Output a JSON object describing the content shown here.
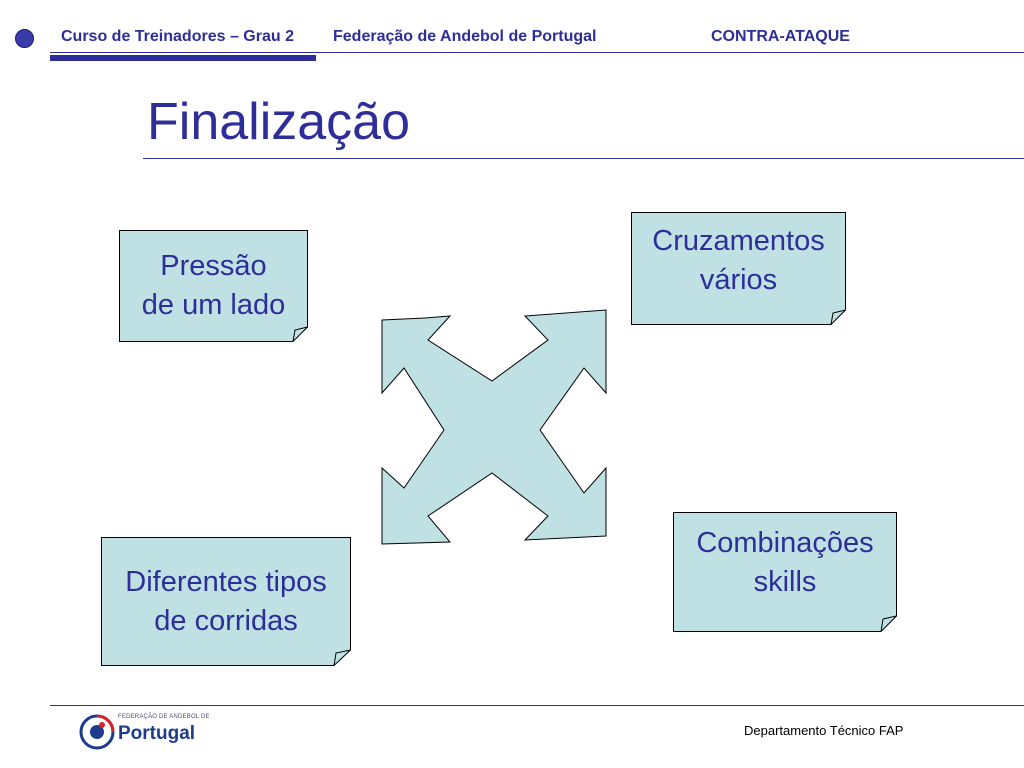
{
  "header": {
    "course": "Curso de Treinadores – Grau 2",
    "federation": "Federação de Andebol de Portugal",
    "section": "CONTRA-ATAQUE"
  },
  "title": "Finalização",
  "notes": {
    "pressao": {
      "line1": "Pressão",
      "line2": "de um lado"
    },
    "cruzamentos": {
      "line1": "Cruzamentos",
      "line2": "vários"
    },
    "corridas": {
      "line1": "Diferentes tipos",
      "line2": "de corridas"
    },
    "combinacoes": {
      "line1": "Combinações",
      "line2": "skills"
    }
  },
  "footer": {
    "logo_small": "FEDERAÇÃO DE ANDEBOL DE",
    "logo_big": "Portugal",
    "department": "Departamento Técnico FAP"
  },
  "colors": {
    "accent": "#2e2e9a",
    "note_fill": "#bfe1e3",
    "arrow_fill": "#bfe1e3"
  }
}
